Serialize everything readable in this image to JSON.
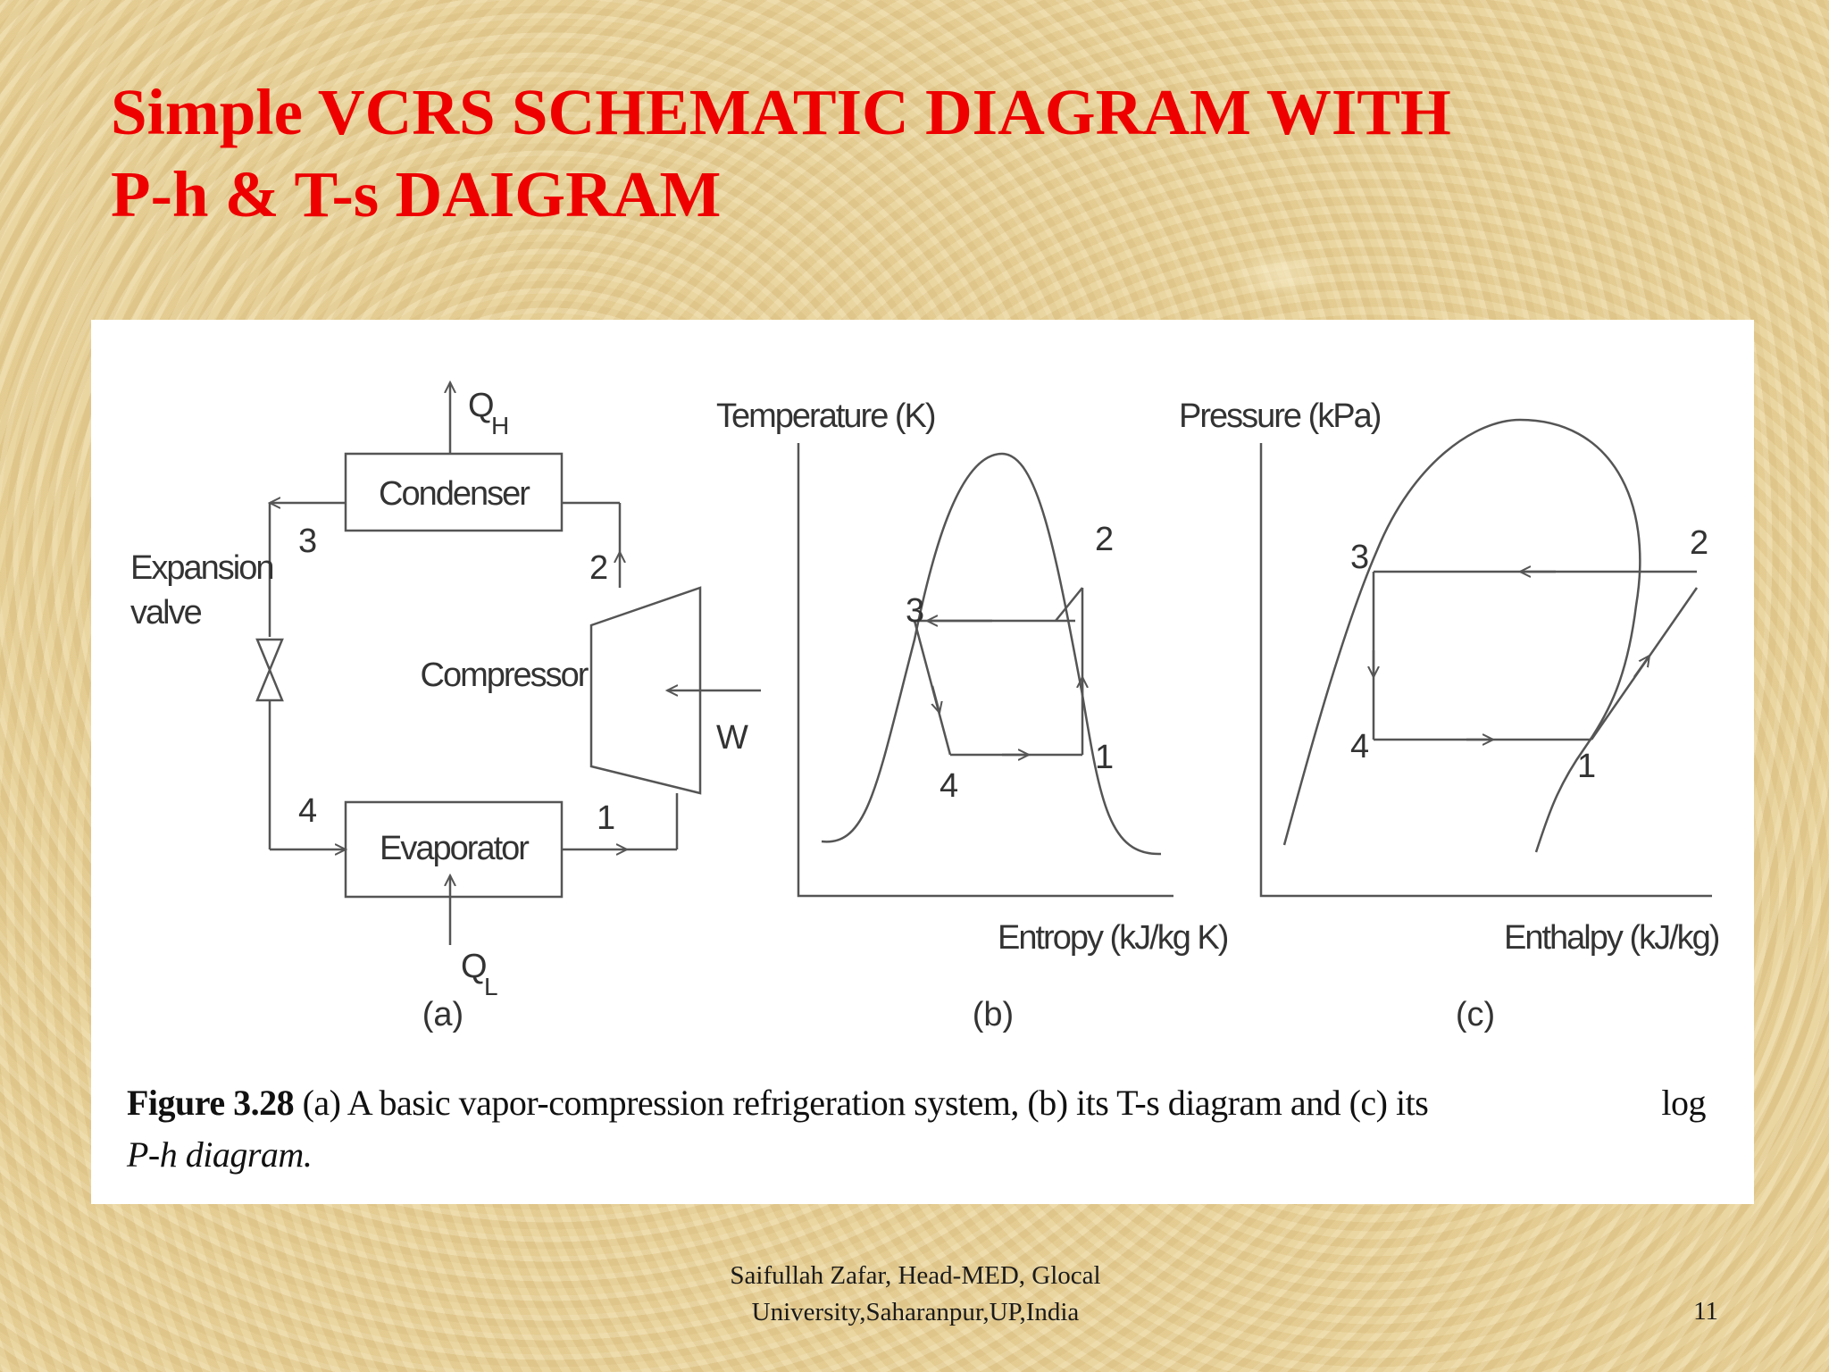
{
  "title": {
    "line1": "Simple VCRS SCHEMATIC DIAGRAM WITH",
    "line2": "P-h & T-s DAIGRAM"
  },
  "schematic": {
    "q_h": "Q",
    "q_h_sub": "H",
    "q_l": "Q",
    "q_l_sub": "L",
    "w": "W",
    "condenser": "Condenser",
    "evaporator": "Evaporator",
    "compressor": "Compressor",
    "expansion_line1": "Expansion",
    "expansion_line2": "valve",
    "point_1": "1",
    "point_2": "2",
    "point_3": "3",
    "point_4": "4",
    "panel_label": "(a)"
  },
  "ts_diagram": {
    "ylabel": "Temperature (K)",
    "xlabel": "Entropy (kJ/kg K)",
    "point_1": "1",
    "point_2": "2",
    "point_3": "3",
    "point_4": "4",
    "panel_label": "(b)"
  },
  "ph_diagram": {
    "ylabel": "Pressure (kPa)",
    "xlabel": "Enthalpy (kJ/kg)",
    "point_1": "1",
    "point_2": "2",
    "point_3": "3",
    "point_4": "4",
    "panel_label": "(c)"
  },
  "caption": {
    "figure_no": "Figure 3.28",
    "text": "(a) A basic vapor-compression refrigeration system, (b) its T-s diagram and (c) its",
    "log_word": "log",
    "line2": "P-h diagram."
  },
  "footer": {
    "line1": "Saifullah  Zafar, Head-MED, Glocal",
    "line2": "University,Saharanpur,UP,India",
    "page": "11"
  }
}
